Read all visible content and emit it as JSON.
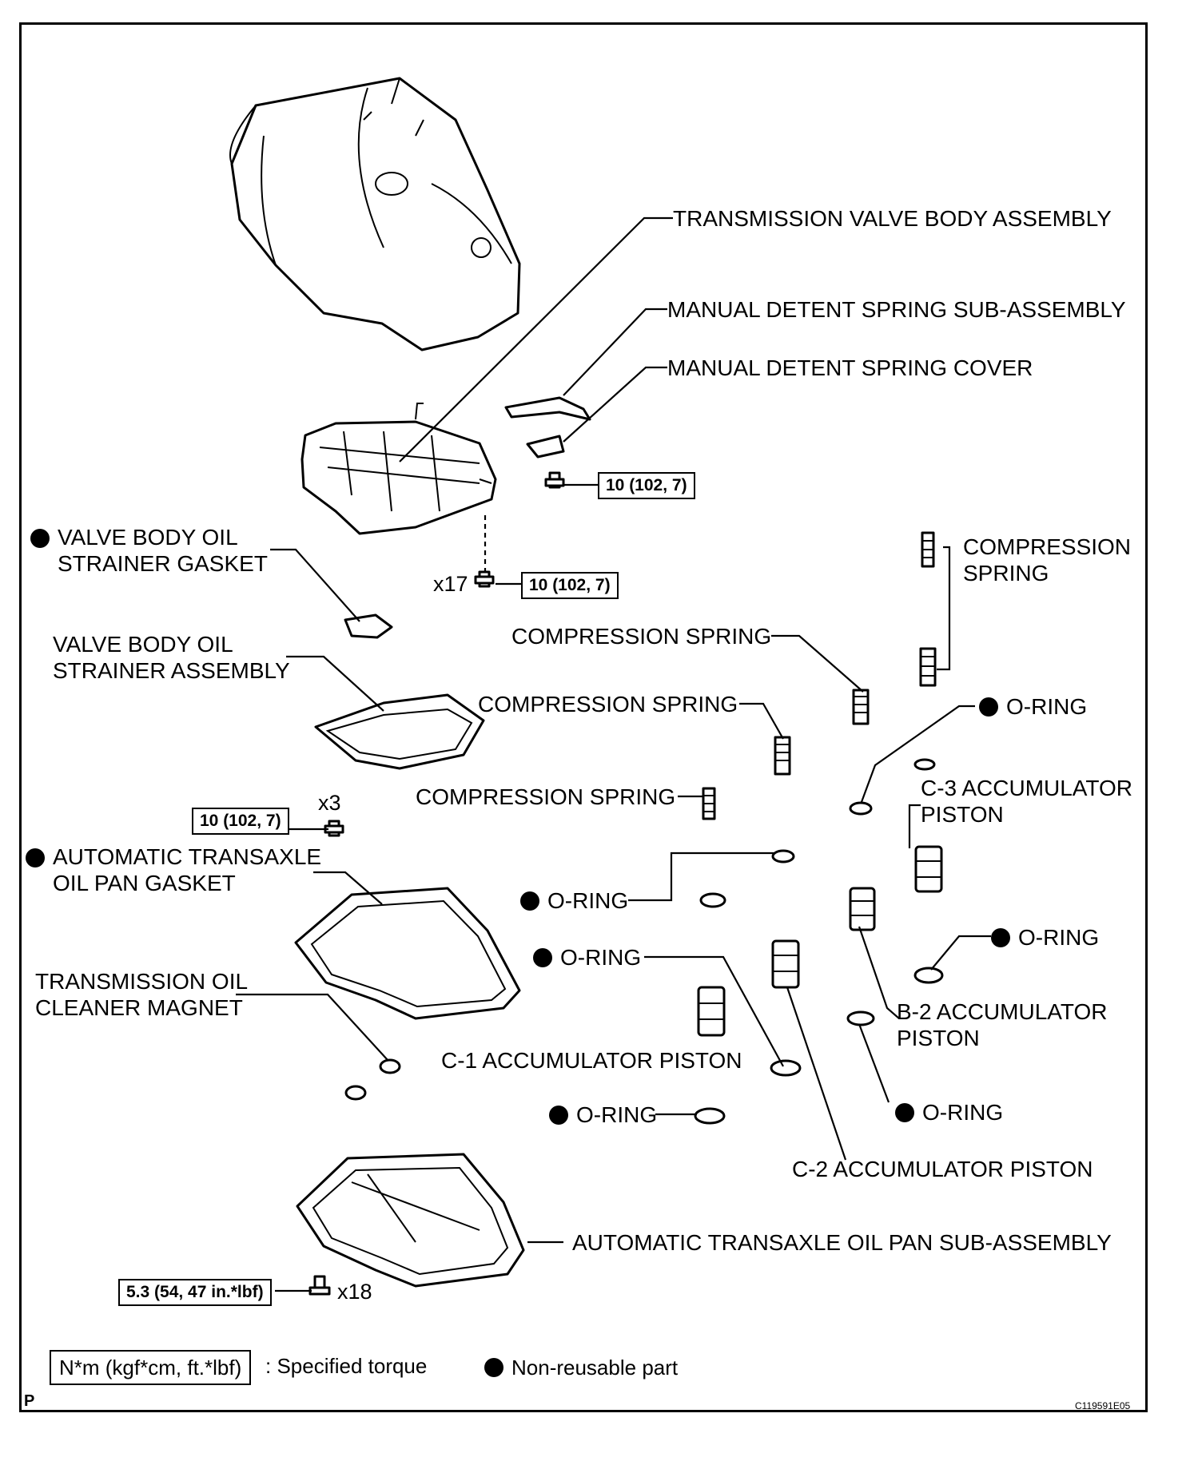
{
  "labels": {
    "valve_body": "TRANSMISSION VALVE BODY ASSEMBLY",
    "detent_spring": "MANUAL DETENT SPRING SUB-ASSEMBLY",
    "detent_cover": "MANUAL DETENT SPRING COVER",
    "strainer_gasket": "VALVE BODY OIL\nSTRAINER GASKET",
    "strainer_assembly": "VALVE BODY OIL\nSTRAINER ASSEMBLY",
    "compression_spring_right": "COMPRESSION\nSPRING",
    "compression_spring_1": "COMPRESSION SPRING",
    "compression_spring_2": "COMPRESSION SPRING",
    "compression_spring_3": "COMPRESSION SPRING",
    "oring_top_right": "O-RING",
    "c3_piston": "C-3 ACCUMULATOR\nPISTON",
    "pan_gasket": "AUTOMATIC TRANSAXLE\nOIL PAN GASKET",
    "oring_mid": "O-RING",
    "oring_mid2": "O-RING",
    "oring_right_mid": "O-RING",
    "cleaner_magnet": "TRANSMISSION OIL\nCLEANER MAGNET",
    "b2_piston": "B-2 ACCUMULATOR\nPISTON",
    "c1_piston": "C-1 ACCUMULATOR PISTON",
    "oring_bottom": "O-RING",
    "oring_right_bottom": "O-RING",
    "c2_piston": "C-2 ACCUMULATOR PISTON",
    "oil_pan": "AUTOMATIC TRANSAXLE OIL PAN SUB-ASSEMBLY"
  },
  "torques": {
    "detent": "10 (102, 7)",
    "valve_body": "10 (102, 7)",
    "strainer": "10 (102, 7)",
    "oil_pan": "5.3 (54, 47 in.*lbf)"
  },
  "counts": {
    "valve_body_bolts": "x17",
    "strainer_bolts": "x3",
    "oil_pan_bolts": "x18"
  },
  "legend": {
    "torque_unit": "N*m (kgf*cm, ft.*lbf)",
    "torque_desc": ": Specified torque",
    "non_reusable": "Non-reusable part"
  },
  "corner": {
    "left": "P",
    "code": "C119591E05"
  }
}
